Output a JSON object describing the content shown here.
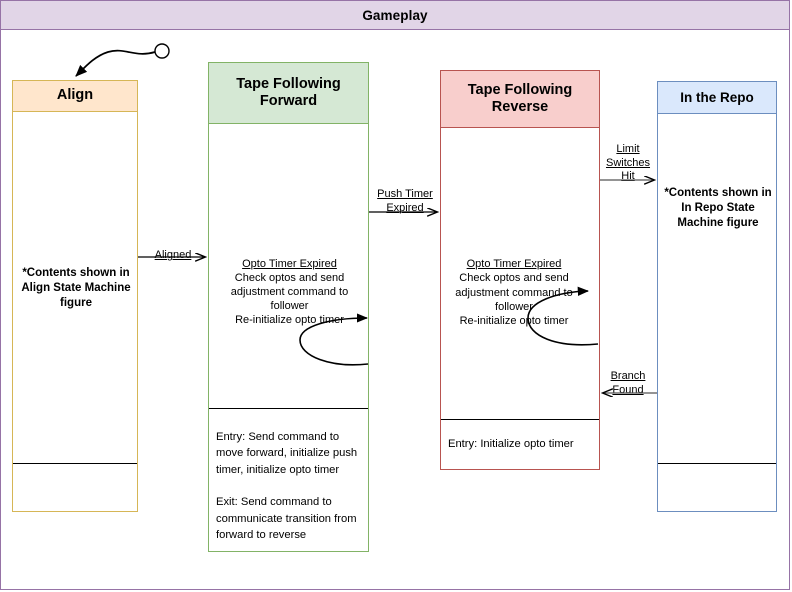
{
  "diagram": {
    "title": "Gameplay",
    "type": "state-machine",
    "colors": {
      "title_bar_fill": "#e1d5e7",
      "title_bar_stroke": "#9673a6",
      "align_fill": "#ffe6cc",
      "align_stroke": "#d6b656",
      "forward_fill": "#d5e8d4",
      "forward_stroke": "#82b366",
      "reverse_fill": "#f8cecc",
      "reverse_stroke": "#b85450",
      "repo_fill": "#dae8fc",
      "repo_stroke": "#6c8ebf",
      "arrow": "#000000",
      "background": "#ffffff"
    }
  },
  "states": {
    "align": {
      "title": "Align",
      "body": "*Contents shown in Align State Machine figure",
      "bottom_compartment": ""
    },
    "forward": {
      "title": "Tape Following Forward",
      "transition_trigger": "Opto Timer Expired",
      "transition_actions": "Check optos and send adjustment command to follower\nRe-initialize opto timer",
      "entry_exit": "Entry: Send command to move forward, initialize push timer, initialize opto timer\n\nExit: Send command to communicate transition from forward to reverse"
    },
    "reverse": {
      "title": "Tape Following Reverse",
      "transition_trigger": "Opto Timer Expired",
      "transition_actions": "Check optos and send adjustment command to follower\nRe-initialize opto timer",
      "entry_exit": "Entry: Initialize opto timer"
    },
    "repo": {
      "title": "In the Repo",
      "body": "*Contents shown in In Repo State Machine figure",
      "bottom_compartment": ""
    }
  },
  "transitions": {
    "initial_to_align": {
      "label": "",
      "from": "initial-state",
      "to": "align"
    },
    "aligned": {
      "label": "Aligned",
      "from": "align",
      "to": "forward"
    },
    "push_timer_expired": {
      "label": "Push Timer\nExpired",
      "from": "forward",
      "to": "reverse"
    },
    "limit_switches_hit": {
      "label": "Limit\nSwitches\nHit",
      "from": "reverse",
      "to": "repo"
    },
    "branch_found": {
      "label": "Branch\nFound",
      "from": "repo",
      "to": "reverse"
    },
    "forward_self_loop": {
      "label": "",
      "from": "forward",
      "to": "forward"
    },
    "reverse_self_loop": {
      "label": "",
      "from": "reverse",
      "to": "reverse"
    }
  }
}
